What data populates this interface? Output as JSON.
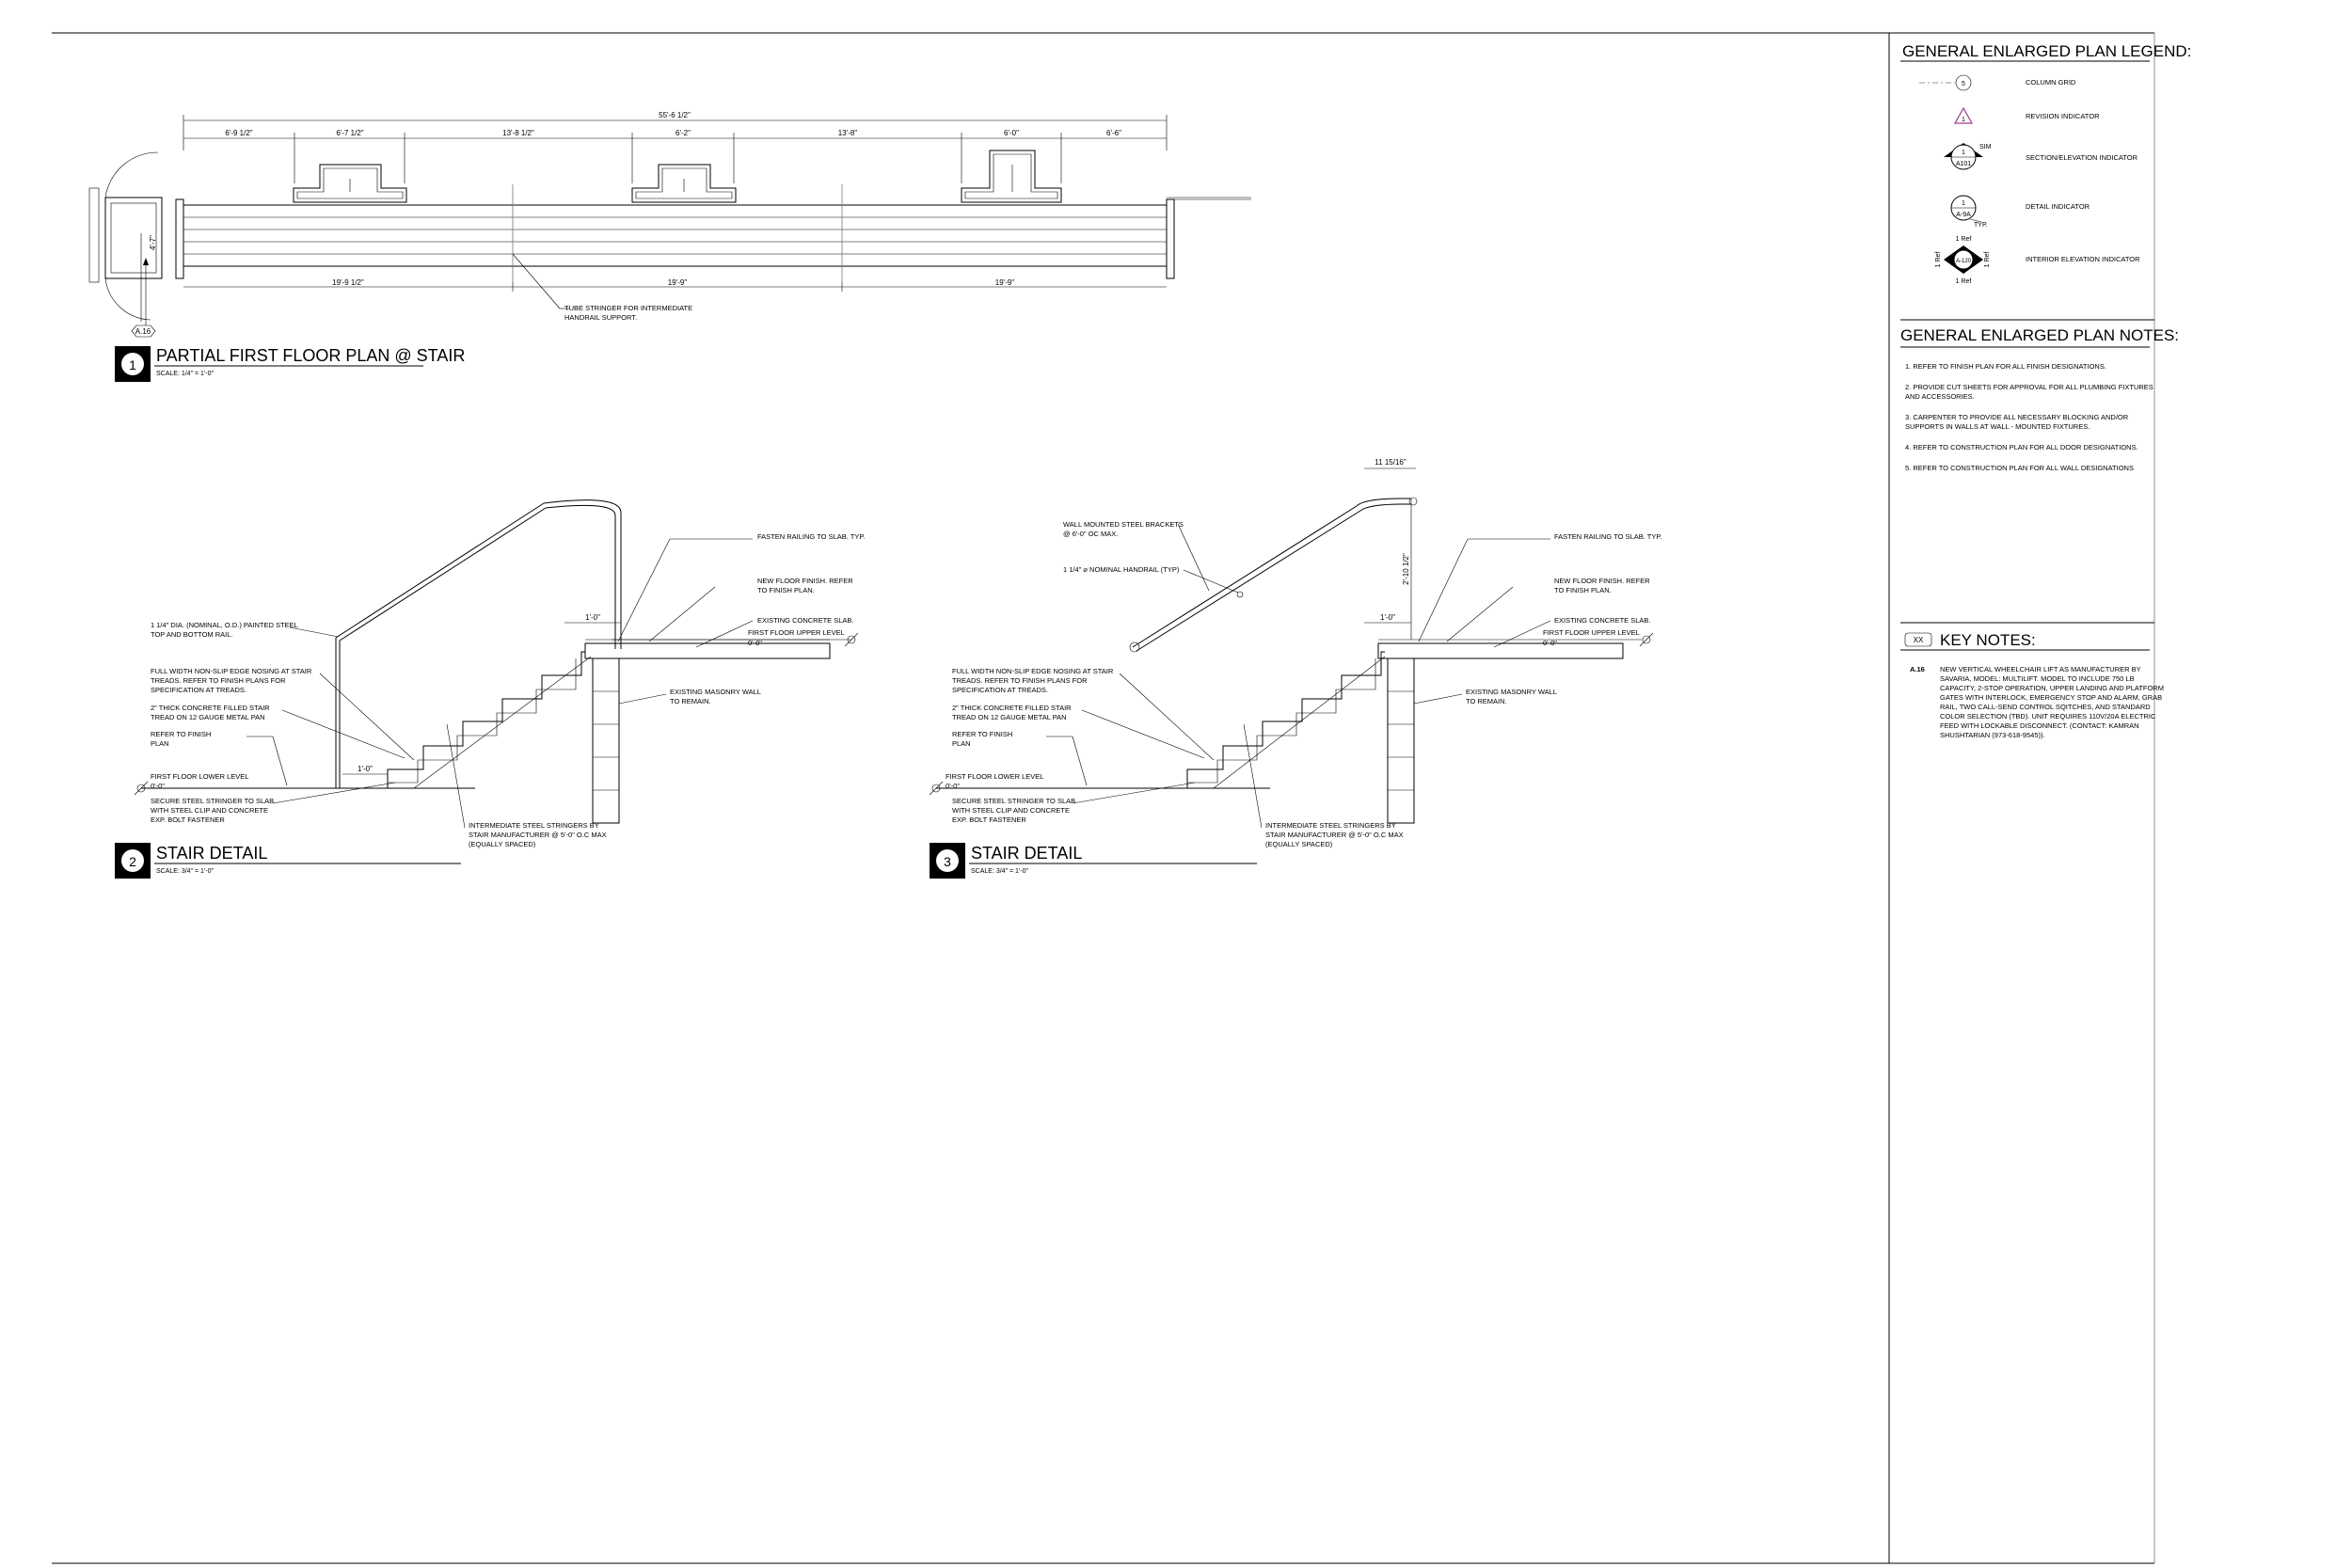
{
  "drawing1": {
    "number": "1",
    "title": "PARTIAL FIRST FLOOR PLAN @ STAIR",
    "scale": "SCALE:  1/4\" = 1'-0\"",
    "overall_dim": "55'-6 1/2\"",
    "top_dims": [
      "6'-9 1/2\"",
      "6'-7 1/2\"",
      "13'-8 1/2\"",
      "6'-2\"",
      "13'-8\"",
      "6'-0\"",
      "6'-6\""
    ],
    "bottom_dims": [
      "19'-9 1/2\"",
      "19'-9\"",
      "19'-9\""
    ],
    "side_dim": "4'-7\"",
    "key_tag": "A.16",
    "note_stringer": [
      "TUBE STRINGER FOR INTERMEDIATE",
      "HANDRAIL SUPPORT."
    ]
  },
  "drawing2": {
    "number": "2",
    "title": "STAIR DETAIL",
    "scale": "SCALE:  3/4\" = 1'-0\"",
    "dim_top": "1'-0\"",
    "dim_bottom": "1'-0\"",
    "upper_level_label": "FIRST FLOOR UPPER LEVEL",
    "upper_elev": "0'-0\"",
    "lower_level_label": "FIRST FLOOR LOWER LEVEL",
    "lower_elev": "0'-0\"",
    "left_notes": [
      [
        "1 1/4\" DIA. (NOMINAL, O.D.) PAINTED STEEL",
        "TOP AND BOTTOM RAIL."
      ],
      [
        "FULL WIDTH NON-SLIP EDGE NOSING AT STAIR",
        "TREADS.  REFER TO FINISH PLANS FOR",
        "SPECIFICATION AT TREADS."
      ],
      [
        "2\" THICK CONCRETE FILLED STAIR",
        "TREAD ON 12 GAUGE METAL PAN"
      ],
      [
        "REFER TO FINISH",
        "PLAN"
      ],
      [
        "SECURE STEEL STRINGER TO SLAB",
        "WITH STEEL CLIP AND CONCRETE",
        "EXP. BOLT FASTENER"
      ]
    ],
    "right_notes": [
      [
        "FASTEN RAILING TO SLAB. TYP."
      ],
      [
        "NEW FLOOR FINISH. REFER",
        "TO FINISH PLAN."
      ],
      [
        "EXISTING CONCRETE SLAB."
      ],
      [
        "EXISTING MASONRY WALL",
        "TO REMAIN."
      ]
    ],
    "stringer_note": [
      "INTERMEDIATE STEEL STRINGERS BY",
      "STAIR MANUFACTURER @ 5'-0\" O.C MAX",
      "(EQUALLY SPACED)"
    ]
  },
  "drawing3": {
    "number": "3",
    "title": "STAIR DETAIL",
    "scale": "SCALE:  3/4\" = 1'-0\"",
    "dim_top": "11 15/16\"",
    "dim_rail": "2'-10 1/2\"",
    "dim_slab": "1'-0\"",
    "upper_level_label": "FIRST FLOOR UPPER LEVEL",
    "upper_elev": "0'-0\"",
    "lower_level_label": "FIRST FLOOR LOWER LEVEL",
    "lower_elev": "0'-0\"",
    "left_notes": [
      [
        "WALL MOUNTED STEEL BRACKETS",
        "@ 6'-0\" OC MAX."
      ],
      [
        "1 1/4\"  ⌀  NOMINAL HANDRAIL (TYP)"
      ],
      [
        "FULL WIDTH NON-SLIP EDGE NOSING AT STAIR",
        "TREADS.  REFER TO FINISH PLANS FOR",
        "SPECIFICATION AT TREADS."
      ],
      [
        "2\" THICK CONCRETE FILLED STAIR",
        "TREAD ON 12 GAUGE METAL PAN"
      ],
      [
        "REFER TO FINISH",
        "PLAN"
      ],
      [
        "SECURE STEEL STRINGER TO SLAB",
        "WITH STEEL CLIP AND CONCRETE",
        "EXP. BOLT FASTENER"
      ]
    ],
    "right_notes": [
      [
        "FASTEN RAILING TO SLAB. TYP."
      ],
      [
        "NEW FLOOR FINISH. REFER",
        "TO FINISH PLAN."
      ],
      [
        "EXISTING CONCRETE SLAB."
      ],
      [
        "EXISTING MASONRY WALL",
        "TO REMAIN."
      ]
    ],
    "stringer_note": [
      "INTERMEDIATE STEEL STRINGERS BY",
      "STAIR MANUFACTURER @ 5'-0\" O.C MAX",
      "(EQUALLY SPACED)"
    ]
  },
  "legend": {
    "title": "GENERAL ENLARGED PLAN LEGEND:",
    "items": [
      {
        "label": "COLUMN GRID",
        "symbol": "column-grid-icon",
        "tag": "5"
      },
      {
        "label": "REVISION INDICATOR",
        "symbol": "revision-triangle-icon",
        "tag": "1"
      },
      {
        "label": "SECTION/ELEVATION INDICATOR",
        "symbol": "section-indicator-icon",
        "tag": "1",
        "sheet": "A101",
        "extra": "SIM"
      },
      {
        "label": "DETAIL INDICATOR",
        "symbol": "detail-indicator-icon",
        "tag": "1",
        "sheet": "A-9A",
        "extra": "TYP."
      },
      {
        "label": "INTERIOR ELEVATION INDICATOR",
        "symbol": "interior-elevation-icon",
        "sheet": "A-120",
        "ref": "1 Ref"
      }
    ]
  },
  "notes": {
    "title": "GENERAL ENLARGED PLAN NOTES:",
    "items": [
      [
        "1.  REFER TO FINISH PLAN FOR ALL FINISH DESIGNATIONS."
      ],
      [
        "2.  PROVIDE CUT SHEETS FOR APPROVAL FOR ALL PLUMBING FIXTURES",
        "     AND ACCESSORIES."
      ],
      [
        "3.  CARPENTER TO PROVIDE ALL NECESSARY BLOCKING AND/OR",
        "     SUPPORTS IN WALLS AT WALL - MOUNTED FIXTURES."
      ],
      [
        "4.  REFER TO CONSTRUCTION PLAN FOR ALL DOOR DESIGNATIONS."
      ],
      [
        "5.  REFER TO CONSTRUCTION PLAN FOR ALL WALL DESIGNATIONS"
      ]
    ]
  },
  "key_notes": {
    "tag": "XX",
    "title": "KEY NOTES:",
    "items": [
      {
        "id": "A.16",
        "lines": [
          "NEW VERTICAL WHEELCHAIR LIFT AS MANUFACTURER BY",
          "SAVARIA, MODEL: MULTILIFT. MODEL TO INCLUDE 750 LB",
          "CAPACITY, 2-STOP OPERATION, UPPER LANDING AND PLATFORM",
          "GATES WITH INTERLOCK, EMERGENCY STOP AND ALARM, GRAB",
          "RAIL, TWO CALL-SEND CONTROL SQITCHES, AND STANDARD",
          "COLOR SELECTION (TBD). UNIT REQUIRES 110V/20A ELECTRIC",
          "FEED WITH LOCKABLE DISCONNECT. (CONTACT: KAMRAN",
          "SHUSHTARIAN (973-618-9545))."
        ]
      }
    ]
  }
}
